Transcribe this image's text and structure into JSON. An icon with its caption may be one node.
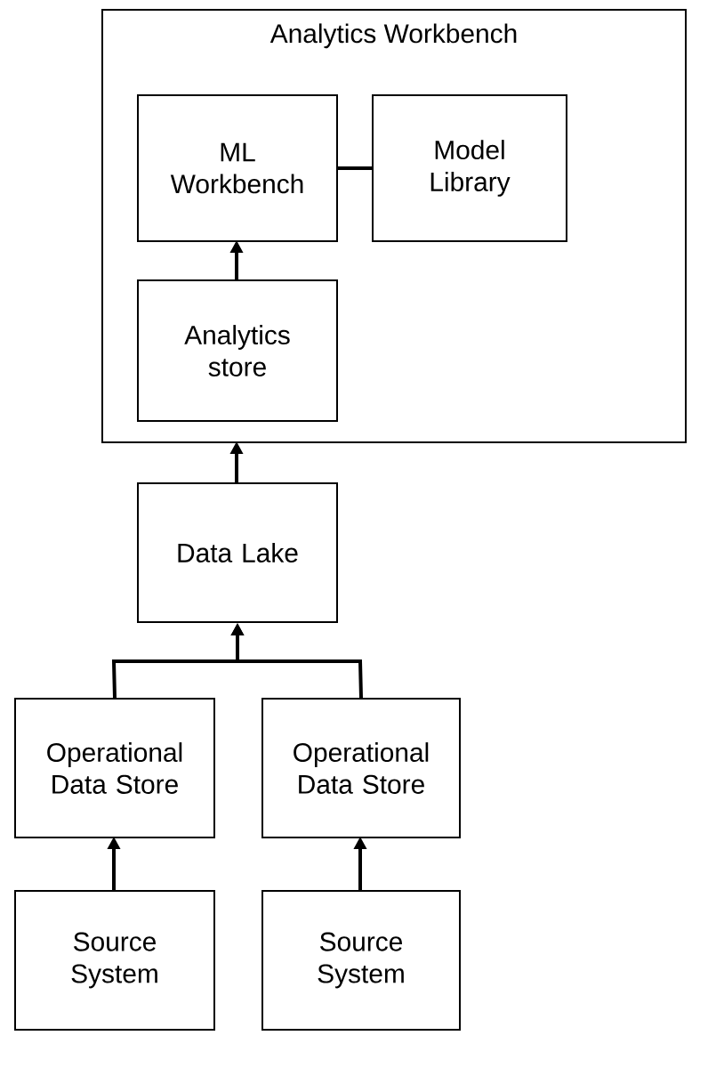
{
  "diagram": {
    "nodes": [
      {
        "text": [
          "Analytics Workbench"
        ]
      },
      {
        "text": [
          "ML Workbench"
        ],
        "in": 0
      },
      {
        "text": [
          "Model Library"
        ],
        "in": 0
      },
      {
        "text": [
          "Analytics store"
        ],
        "in": 0
      },
      {
        "text": [
          "Data Lake"
        ]
      },
      {
        "text": [
          "Operational Data Store"
        ]
      },
      {
        "text": [
          "Operational Data Store"
        ]
      },
      {
        "text": [
          "Source System"
        ]
      },
      {
        "text": [
          "Source System"
        ]
      }
    ],
    "edges": [
      {
        "from": 1,
        "to": 2,
        "arrow": "none"
      },
      {
        "from": 3,
        "to": 1,
        "arrow": "to"
      },
      {
        "from": 4,
        "to": 0,
        "arrow": "to"
      },
      {
        "from": 5,
        "to": 4,
        "arrow": "to"
      },
      {
        "from": 6,
        "to": 4,
        "arrow": "to"
      },
      {
        "from": 7,
        "to": 5,
        "arrow": "to"
      },
      {
        "from": 8,
        "to": 6,
        "arrow": "to"
      }
    ]
  }
}
